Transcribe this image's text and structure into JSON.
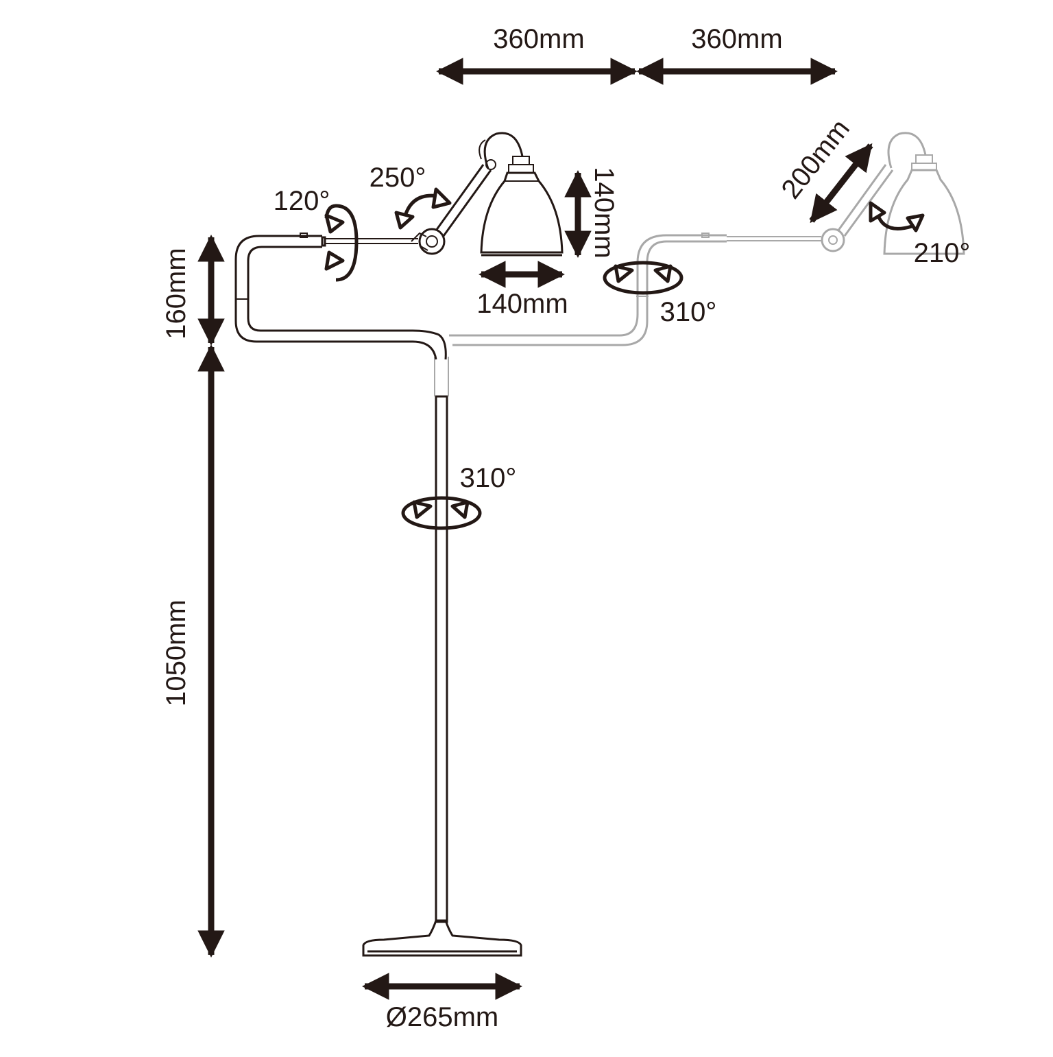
{
  "labels": {
    "arm1_length": "360mm",
    "arm2_length": "360mm",
    "offset_height": "160mm",
    "stand_height": "1050mm",
    "base_diameter": "Ø265mm",
    "shade_height": "140mm",
    "shade_diameter": "140mm",
    "small_arm_length": "200mm",
    "rot_arm": "120°",
    "rot_shade_joint": "250°",
    "rot_elbow": "310°",
    "rot_stem": "310°",
    "rot_ghost_joint": "210°"
  },
  "colors": {
    "ink": "#231815",
    "ghost": "#a8a8a8",
    "background": "#ffffff"
  }
}
